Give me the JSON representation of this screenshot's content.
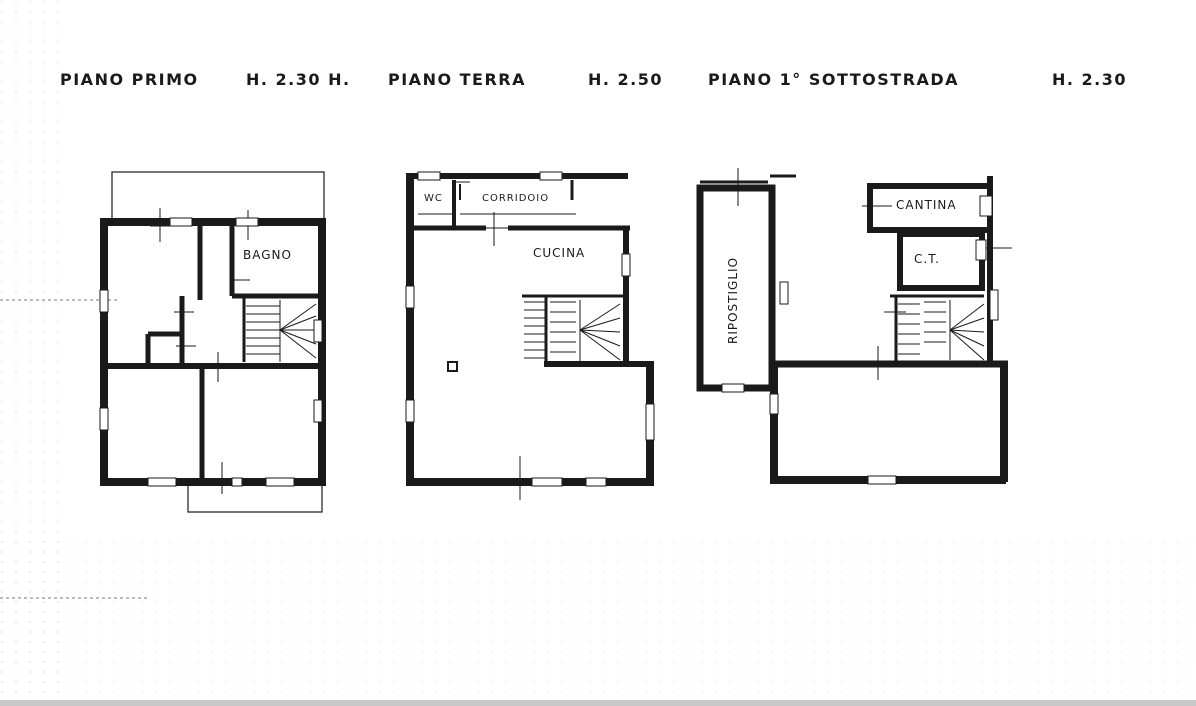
{
  "headers": {
    "piano_primo": "PIANO PRIMO",
    "piano_primo_h": "H. 2.30 H.",
    "piano_terra": "PIANO TERRA",
    "piano_terra_h": "H. 2.50",
    "piano_sottostrada": "PIANO 1° SOTTOSTRADA",
    "piano_sottostrada_h": "H. 2.30"
  },
  "rooms": {
    "bagno": "BAGNO",
    "wc": "WC",
    "corridoio": "CORRIDOIO",
    "cucina": "CUCINA",
    "ripostiglio": "RIPOSTIGLIO",
    "cantina": "CANTINA",
    "ct": "C.T."
  },
  "colors": {
    "ink": "#1a1a1a",
    "paper": "#ffffff",
    "grid_dots": "#9a9a9a"
  }
}
